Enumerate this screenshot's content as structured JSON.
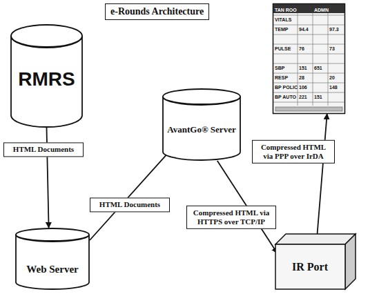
{
  "diagram": {
    "title": "e-Rounds Architecture",
    "nodes": [
      {
        "text": [
          "RMRS"
        ]
      },
      {
        "text": [
          "Web Server"
        ]
      },
      {
        "text": [
          "AvantGo® Server"
        ]
      },
      {
        "text": [
          "IR Port"
        ]
      },
      {
        "text": [
          "TAN ROO",
          "ADMN",
          "VITALS",
          "TEMP",
          "94.4",
          "97.3",
          "PULSE",
          "76",
          "73",
          "SBP",
          "151",
          "651",
          "RESP",
          "28",
          "20",
          "BP POLIC",
          "106",
          "148",
          "BP AUTO",
          "221",
          "151"
        ]
      }
    ],
    "edges": [
      {
        "from": 0,
        "to": 1,
        "arrow": "to",
        "label": "HTML Documents"
      },
      {
        "from": 1,
        "to": 2,
        "arrow": "to",
        "label": "HTML Documents"
      },
      {
        "from": 2,
        "to": 3,
        "arrow": "to",
        "label": "Compressed HTML via HTTPS over TCP/IP"
      },
      {
        "from": 3,
        "to": 4,
        "arrow": "to",
        "label": "Compressed HTML via PPP over IrDA"
      }
    ]
  }
}
